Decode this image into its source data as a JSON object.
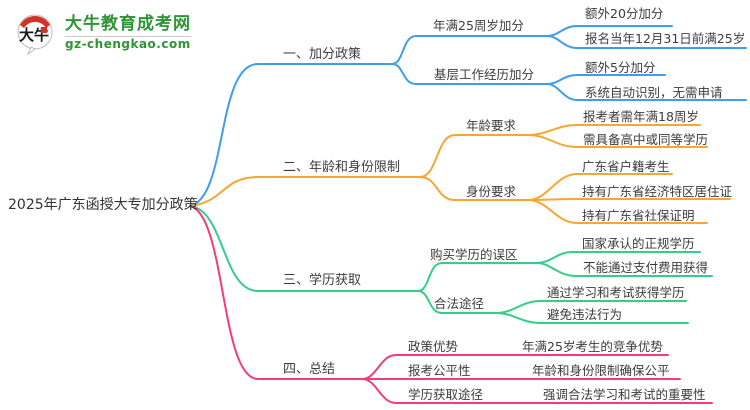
{
  "site": {
    "logo_title": "大牛教育成考网",
    "logo_domain": "gz-chengkao.com",
    "logo_badge_text": "大牛"
  },
  "colors": {
    "branch1": "#3d9dee",
    "branch2": "#f7a633",
    "branch3": "#34ce8a",
    "branch4": "#f23d7c",
    "logo_green": "#2e9434",
    "text": "#3c3c3c"
  },
  "mindmap": {
    "root": {
      "label": "2025年广东函授大专加分政策"
    },
    "branches": [
      {
        "label": "一、加分政策",
        "children": [
          {
            "label": "年满25周岁加分",
            "children": [
              {
                "label": "额外20分加分"
              },
              {
                "label": "报名当年12月31日前满25岁"
              }
            ]
          },
          {
            "label": "基层工作经历加分",
            "children": [
              {
                "label": "额外5分加分"
              },
              {
                "label": "系统自动识别，无需申请"
              }
            ]
          }
        ]
      },
      {
        "label": "二、年龄和身份限制",
        "children": [
          {
            "label": "年龄要求",
            "children": [
              {
                "label": "报考者需年满18周岁"
              },
              {
                "label": "需具备高中或同等学历"
              }
            ]
          },
          {
            "label": "身份要求",
            "children": [
              {
                "label": "广东省户籍考生"
              },
              {
                "label": "持有广东省经济特区居住证"
              },
              {
                "label": "持有广东省社保证明"
              }
            ]
          }
        ]
      },
      {
        "label": "三、学历获取",
        "children": [
          {
            "label": "购买学历的误区",
            "children": [
              {
                "label": "国家承认的正规学历"
              },
              {
                "label": "不能通过支付费用获得"
              }
            ]
          },
          {
            "label": "合法途径",
            "children": [
              {
                "label": "通过学习和考试获得学历"
              },
              {
                "label": "避免违法行为"
              }
            ]
          }
        ]
      },
      {
        "label": "四、总结",
        "children": [
          {
            "label": "政策优势",
            "children": [
              {
                "label": "年满25岁考生的竞争优势"
              }
            ]
          },
          {
            "label": "报考公平性",
            "children": [
              {
                "label": "年龄和身份限制确保公平"
              }
            ]
          },
          {
            "label": "学历获取途径",
            "children": [
              {
                "label": "强调合法学习和考试的重要性"
              }
            ]
          }
        ]
      }
    ]
  }
}
